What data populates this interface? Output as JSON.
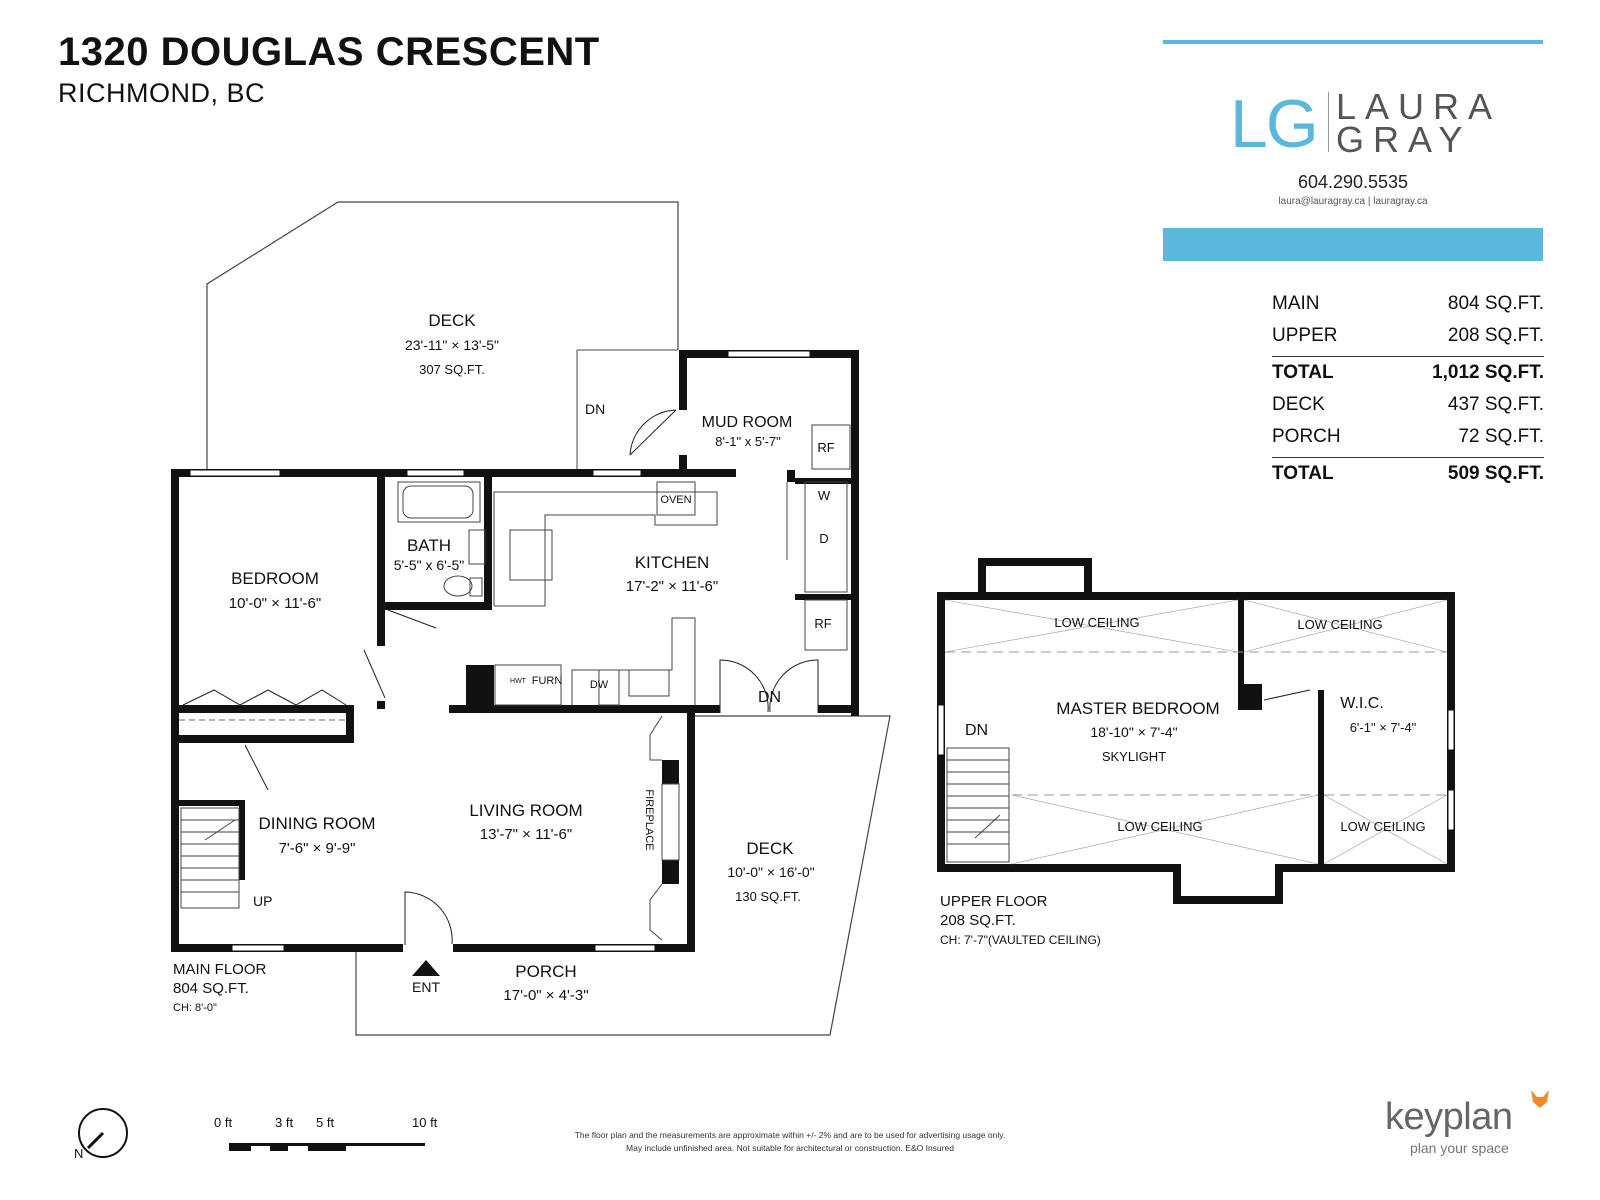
{
  "header": {
    "address": "1320 DOUGLAS CRESCENT",
    "city": "RICHMOND, BC"
  },
  "brand": {
    "monogram": "LG",
    "first_name": "LAURA",
    "last_name": "GRAY",
    "phone": "604.290.5535",
    "contact": "laura@lauragray.ca  |  lauragray.ca",
    "accent_color": "#5bb8dc"
  },
  "summary": {
    "rows": [
      {
        "label": "MAIN",
        "value": "804 SQ.FT."
      },
      {
        "label": "UPPER",
        "value": "208 SQ.FT."
      },
      {
        "label": "TOTAL",
        "value": "1,012 SQ.FT."
      },
      {
        "label": "DECK",
        "value": "437 SQ.FT."
      },
      {
        "label": "PORCH",
        "value": "72 SQ.FT."
      },
      {
        "label": "TOTAL",
        "value": "509 SQ.FT."
      }
    ]
  },
  "main_floor": {
    "rooms": {
      "deck_top": {
        "name": "DECK",
        "dims": "23'-11\" × 13'-5\"",
        "area": "307 SQ.FT."
      },
      "mud_room": {
        "name": "MUD ROOM",
        "dims": "8'-1\" x 5'-7\""
      },
      "bath": {
        "name": "BATH",
        "dims": "5'-5\" x 6'-5\""
      },
      "bedroom": {
        "name": "BEDROOM",
        "dims": "10'-0\" × 11'-6\""
      },
      "kitchen": {
        "name": "KITCHEN",
        "dims": "17'-2\" × 11'-6\""
      },
      "living_room": {
        "name": "LIVING ROOM",
        "dims": "13'-7\" × 11'-6\""
      },
      "dining_room": {
        "name": "DINING ROOM",
        "dims": "7'-6\" × 9'-9\""
      },
      "deck_side": {
        "name": "DECK",
        "dims": "10'-0\" × 16'-0\"",
        "area": "130 SQ.FT."
      },
      "porch": {
        "name": "PORCH",
        "dims": "17'-0\" × 4'-3\""
      }
    },
    "fixtures": {
      "oven": "OVEN",
      "rf": "RF",
      "washer": "W",
      "dryer": "D",
      "furn": "FURN",
      "hwt": "HWT",
      "dw": "DW",
      "fireplace": "FIREPLACE",
      "dn": "DN",
      "up": "UP",
      "ent": "ENT"
    },
    "caption": {
      "name": "MAIN FLOOR",
      "area": "804 SQ.FT.",
      "ceiling": "CH: 8'-0\""
    }
  },
  "upper_floor": {
    "rooms": {
      "master": {
        "name": "MASTER BEDROOM",
        "dims": "18'-10\" ×  7'-4\"",
        "note": "SKYLIGHT"
      },
      "wic": {
        "name": "W.I.C.",
        "dims": "6'-1\" × 7'-4\""
      }
    },
    "low_ceiling": "LOW CEILING",
    "dn": "DN",
    "caption": {
      "name": "UPPER FLOOR",
      "area": "208 SQ.FT.",
      "ceiling": "CH: 7'-7\"(VAULTED CEILING)"
    }
  },
  "compass": {
    "label": "N"
  },
  "scale": {
    "ticks": [
      "0 ft",
      "3 ft",
      "5 ft",
      "10 ft"
    ]
  },
  "disclaimer": {
    "line1": "The floor plan and the measurements are approximate within +/- 2% and are to be used for advertising usage only.",
    "line2": "May include unfinished area. Not suitable for architectural or construction. E&O Insured"
  },
  "keyplan": {
    "logo": "keyplan",
    "tagline": "plan your space",
    "accent_color": "#f08a2c"
  }
}
